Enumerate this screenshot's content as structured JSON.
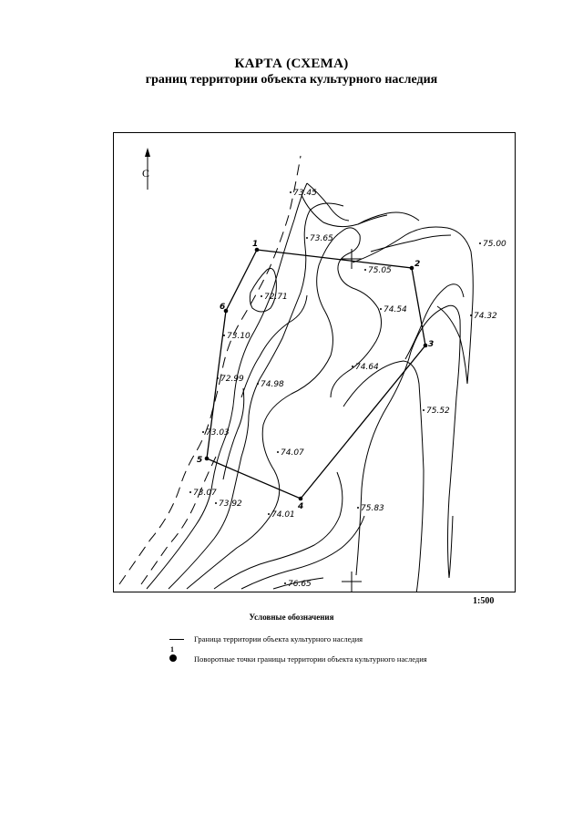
{
  "title": {
    "line1": "КАРТА (СХЕМА)",
    "line2": "границ территории объекта культурного наследия"
  },
  "map": {
    "north_label": "С",
    "elevations": [
      "73.45",
      "73.65",
      "75.00",
      "75.05",
      "72.71",
      "74.54",
      "74.32",
      "73.10",
      "74.64",
      "72.99",
      "74.98",
      "75.52",
      "73.03",
      "74.07",
      "73.07",
      "73.92",
      "74.01",
      "75.83",
      "76.65"
    ],
    "boundary_points": [
      "1",
      "2",
      "3",
      "4",
      "5",
      "6"
    ],
    "boundary_color": "#000000"
  },
  "scale": "1:500",
  "legend": {
    "title": "Условные обозначения",
    "boundary_line": "Граница территории объекта культурного наследия",
    "turning_point_number": "1",
    "turning_point": "Поворотные точки границы территории объекта культурного наследия"
  }
}
